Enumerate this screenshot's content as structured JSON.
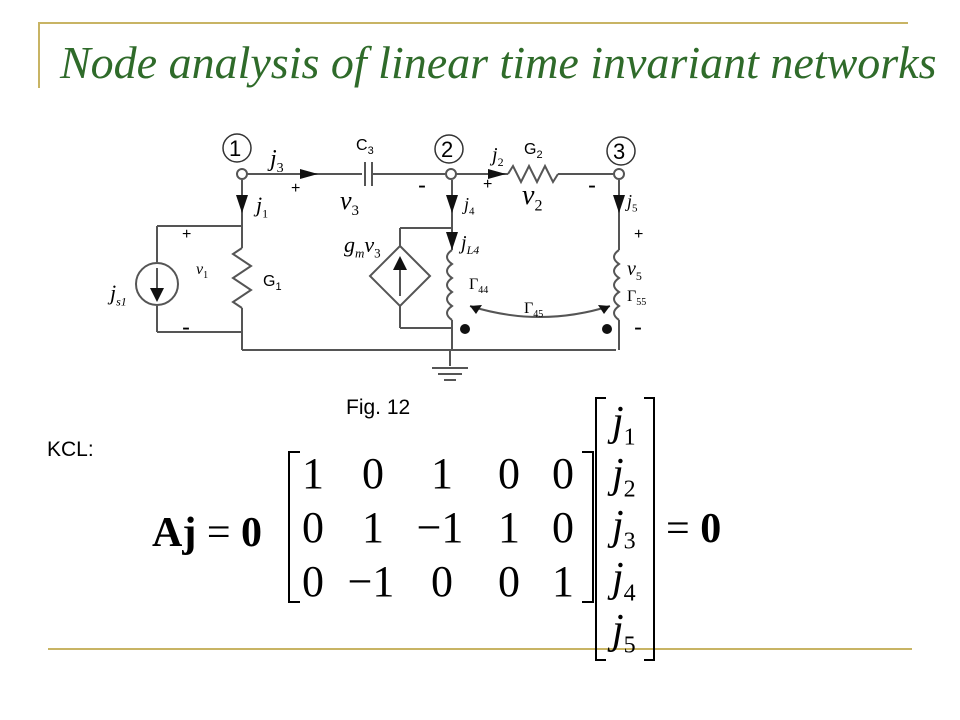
{
  "slide": {
    "title": "Node analysis of linear time invariant networks",
    "fig_caption": "Fig. 12",
    "kcl_label": "KCL:"
  },
  "circuit": {
    "node_1": "1",
    "node_2": "2",
    "node_3": "3",
    "C3": "C",
    "C3_sub": "3",
    "G2": "G",
    "G2_sub": "2",
    "G1": "G",
    "G1_sub": "1",
    "j3": "j",
    "j3_sub": "3",
    "j2": "j",
    "j2_sub": "2",
    "j1": "j",
    "j1_sub": "1",
    "j4": "j",
    "j4_sub": "4",
    "j5": "j",
    "j5_sub": "5",
    "jL4": "j",
    "jL4_sub": "L4",
    "js1": "j",
    "js1_sub": "s1",
    "v3": "v",
    "v3_sub": "3",
    "v2": "v",
    "v2_sub": "2",
    "v1": "v",
    "v1_sub": "1",
    "v5": "v",
    "v5_sub": "5",
    "gmv3": "g",
    "gmv3_sub_m": "m",
    "gmv3_v": "v",
    "gmv3_sub_3": "3",
    "gamma44": "Γ",
    "gamma44_sub": "44",
    "gamma55": "Γ",
    "gamma55_sub": "55",
    "gamma45": "Γ",
    "gamma45_sub": "45",
    "plus": "+",
    "minus": "-"
  },
  "equation": {
    "lhs_A": "A",
    "lhs_j": "j",
    "eq": "=",
    "zero": "0",
    "matrix": [
      [
        "1",
        "0",
        "1",
        "0",
        "0"
      ],
      [
        "0",
        "1",
        "−1",
        "1",
        "0"
      ],
      [
        "0",
        "−1",
        "0",
        "0",
        "1"
      ]
    ],
    "vector": [
      {
        "sym": "j",
        "sub": "1"
      },
      {
        "sym": "j",
        "sub": "2"
      },
      {
        "sym": "j",
        "sub": "3"
      },
      {
        "sym": "j",
        "sub": "4"
      },
      {
        "sym": "j",
        "sub": "5"
      }
    ]
  }
}
